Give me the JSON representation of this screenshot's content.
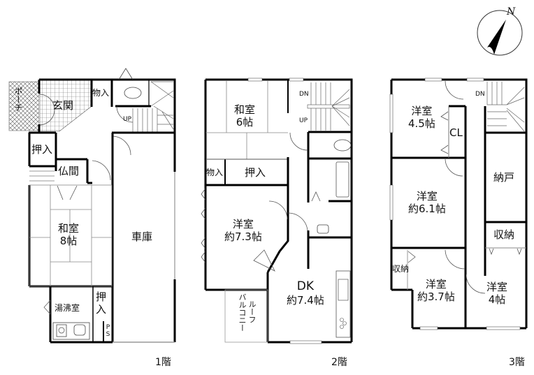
{
  "compass": {
    "label": "N",
    "icon": "north-arrow-icon"
  },
  "floors": [
    {
      "label": "1階",
      "rooms": {
        "porch": "ポーチ",
        "entrance": "玄関",
        "storage_entry": "物入",
        "closet_left": "押入",
        "buddhist_room": "仏間",
        "japanese_room_name": "和室",
        "japanese_room_size": "8帖",
        "garage": "車庫",
        "kitchenette": "湯沸室",
        "closet_small_a": "押",
        "closet_small_b": "入",
        "ps": "PS",
        "stairs_up": "UP"
      }
    },
    {
      "label": "2階",
      "rooms": {
        "japanese_room_name": "和室",
        "japanese_room_size": "6帖",
        "storage": "物入",
        "closet": "押入",
        "western_room_name": "洋室",
        "western_room_size": "約7.3帖",
        "dk_name": "DK",
        "dk_size": "約7.4帖",
        "balcony": "バルコニー",
        "roof_balcony": "ルーフ",
        "stairs_dn": "DN",
        "stairs_up": "UP"
      }
    },
    {
      "label": "3階",
      "rooms": {
        "western_a_name": "洋室",
        "western_a_size": "4.5帖",
        "closet_cl": "CL",
        "western_b_name": "洋室",
        "western_b_size": "約6.1帖",
        "storeroom": "納戸",
        "storage_right": "収納",
        "storage_left": "収納",
        "western_c_name": "洋室",
        "western_c_size": "約3.7帖",
        "western_d_name": "洋室",
        "western_d_size": "4帖",
        "stairs_dn": "DN"
      }
    }
  ]
}
